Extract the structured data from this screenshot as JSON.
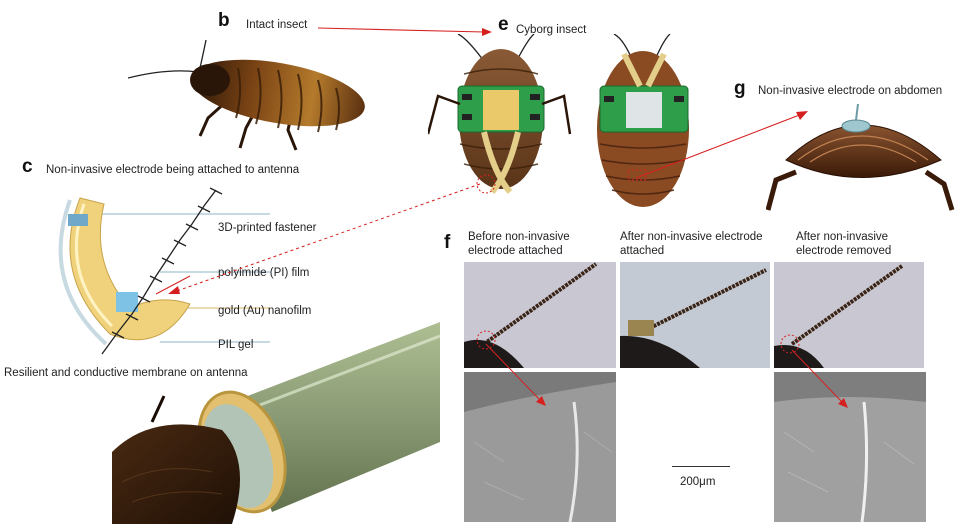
{
  "panels": {
    "b": {
      "letter": "b",
      "caption": "Intact insect"
    },
    "e": {
      "letter": "e",
      "caption": "Cyborg insect"
    },
    "g": {
      "letter": "g",
      "caption": "Non-invasive electrode on abdomen"
    },
    "c": {
      "letter": "c",
      "caption": "Non-invasive electrode being attached to antenna",
      "layers": [
        "3D-printed fastener",
        "polyimide (PI) film",
        "gold (Au) nanofilm",
        "PIL gel"
      ],
      "membrane_caption": "Resilient and conductive membrane on antenna"
    },
    "f": {
      "letter": "f",
      "photo_labels": [
        "Before non-invasive electrode attached",
        "After non-invasive electrode attached",
        "After non-invasive electrode removed"
      ],
      "scale_bar": "200μm"
    }
  },
  "colors": {
    "accent_arrow": "#d62020",
    "pcb_green": "#2e9e4a",
    "cockroach_brown": "#6b3a16",
    "gold_film": "#e8c46a",
    "sem_gray": "#8f8f8f"
  }
}
